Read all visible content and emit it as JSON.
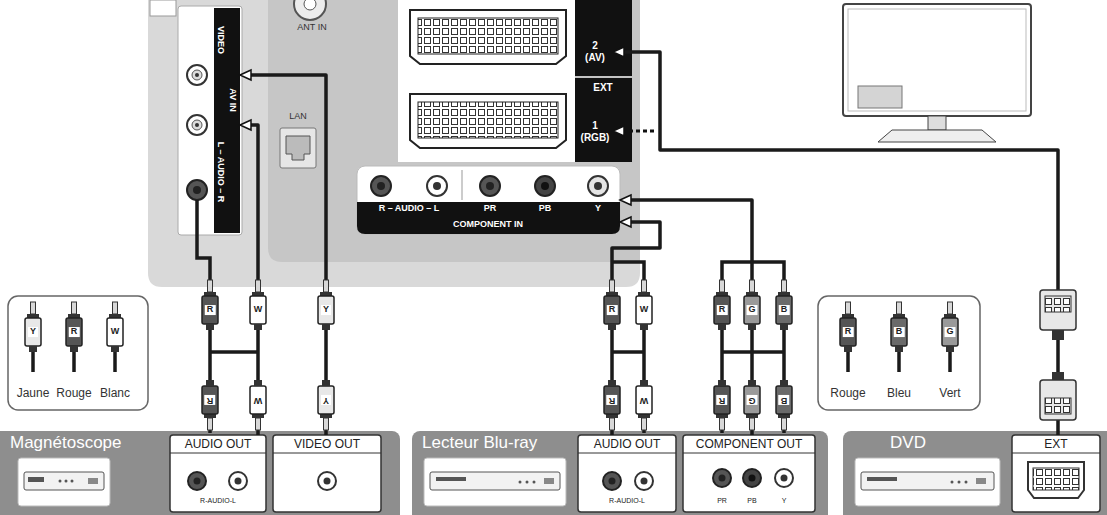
{
  "diagram": {
    "nodes": [
      {
        "text": [
          "VIDEO",
          "L – AUDIO – R",
          "AV IN"
        ]
      },
      {
        "text": [
          "EXT"
        ]
      },
      {
        "text": [
          "2 (AV)"
        ],
        "in": 1
      },
      {
        "text": [
          "1 (RGB)"
        ],
        "in": 1
      },
      {
        "text": [
          "R – AUDIO – L",
          "PR",
          "PB",
          "Y",
          "COMPONENT IN"
        ]
      },
      {
        "text": [
          "Magnétoscope"
        ]
      },
      {
        "text": [
          "AUDIO OUT",
          "R-AUDIO-L"
        ],
        "in": 5
      },
      {
        "text": [
          "VIDEO OUT"
        ],
        "in": 5
      },
      {
        "text": [
          "Lecteur Blu-ray"
        ]
      },
      {
        "text": [
          "AUDIO OUT",
          "R-AUDIO-L"
        ],
        "in": 8
      },
      {
        "text": [
          "COMPONENT OUT",
          "PR",
          "PB",
          "Y"
        ],
        "in": 8
      },
      {
        "text": [
          "DVD"
        ]
      },
      {
        "text": [
          "EXT"
        ],
        "in": 11
      }
    ],
    "edges": [
      {
        "from": 6,
        "to": 0,
        "arrow": "to"
      },
      {
        "from": 7,
        "to": 0,
        "arrow": "to"
      },
      {
        "from": 9,
        "to": 4,
        "arrow": "to"
      },
      {
        "from": 10,
        "to": 4,
        "arrow": "to"
      },
      {
        "from": 12,
        "to": 2,
        "arrow": "to"
      }
    ],
    "labels": [
      "ANT IN",
      "LAN",
      "R",
      "W",
      "Y",
      "R",
      "W",
      "R",
      "G",
      "B",
      "Y",
      "R",
      "W",
      "R",
      "B",
      "G",
      "R",
      "W",
      "Y",
      "R",
      "W",
      "R",
      "G",
      "B"
    ],
    "legend": [
      {
        "text": "Jaune"
      },
      {
        "text": "Rouge"
      },
      {
        "text": "Blanc"
      },
      {
        "text": "Rouge"
      },
      {
        "text": "Bleu"
      },
      {
        "text": "Vert"
      }
    ]
  }
}
